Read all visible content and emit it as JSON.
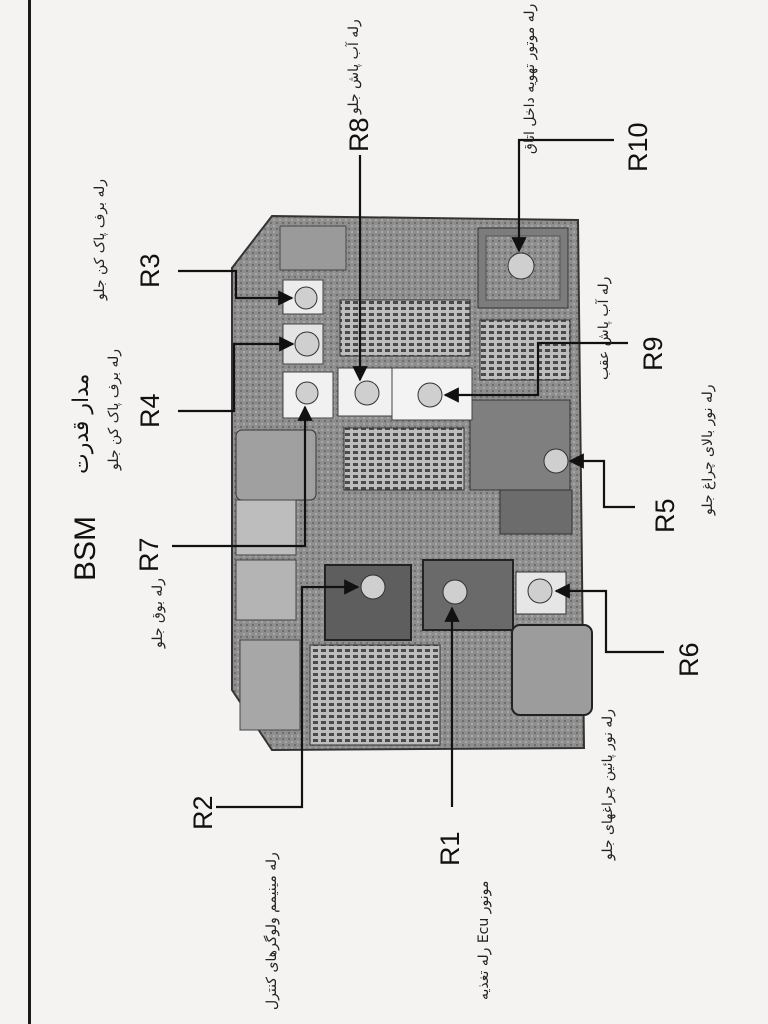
{
  "title": "BSM",
  "title_fa": "مدار قدرت",
  "relays": [
    {
      "id": "R1",
      "desc": "رله تغذیه Ecu مونور"
    },
    {
      "id": "R2",
      "desc": "رله مینیمم ولوگرهای کنترل"
    },
    {
      "id": "R3",
      "desc": "رله برف پاک کن جلو"
    },
    {
      "id": "R4",
      "desc": "رله برف پاک کن جلو"
    },
    {
      "id": "R5",
      "desc": "رله نور بالای چراغ جلو"
    },
    {
      "id": "R6",
      "desc": "رله نور پائین چراغهای جلو"
    },
    {
      "id": "R7",
      "desc": "رله بوق جلو"
    },
    {
      "id": "R8",
      "desc": "رله آب پاش جلو"
    },
    {
      "id": "R9",
      "desc": "رله آب پاش عقب"
    },
    {
      "id": "R10",
      "desc": "رله موتور تهویه داخل اتاق"
    }
  ]
}
